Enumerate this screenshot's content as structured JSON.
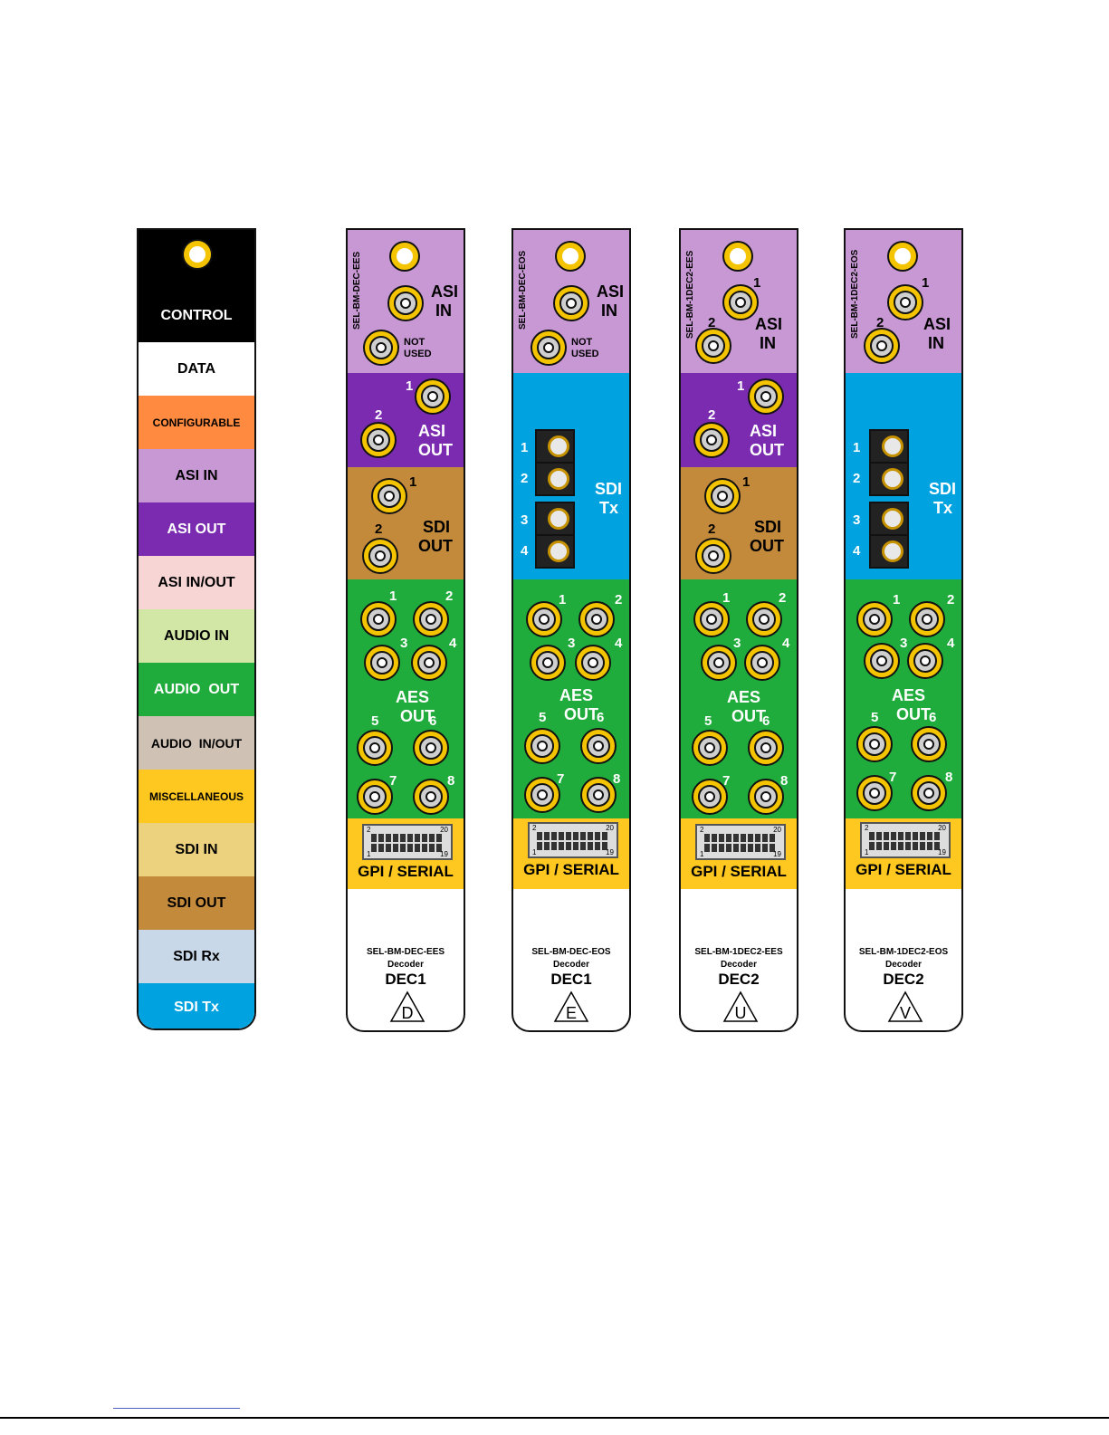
{
  "legend": {
    "items": [
      {
        "label": "CONTROL",
        "color": "#000000"
      },
      {
        "label": "DATA",
        "color": "#ffffff"
      },
      {
        "label": "CONFIGURABLE",
        "color": "#ff8a40"
      },
      {
        "label": "ASI IN",
        "color": "#c898d4"
      },
      {
        "label": "ASI OUT",
        "color": "#7a2bb0"
      },
      {
        "label": "ASI IN/OUT",
        "color": "#f7d5d5"
      },
      {
        "label": "AUDIO IN",
        "color": "#d2e6a6"
      },
      {
        "label": "AUDIO  OUT",
        "color": "#20ac3c"
      },
      {
        "label": "AUDIO  IN/OUT",
        "color": "#cfc2b4"
      },
      {
        "label": "MISCELLANEOUS",
        "color": "#ffc820"
      },
      {
        "label": "SDI IN",
        "color": "#ecd27e"
      },
      {
        "label": "SDI OUT",
        "color": "#c48a3c"
      },
      {
        "label": "SDI Rx",
        "color": "#c8d8e8"
      },
      {
        "label": "SDI Tx",
        "color": "#00a2e0"
      }
    ]
  },
  "common": {
    "asi_in": "ASI",
    "asi_in_2": "IN",
    "asi_out": "ASI",
    "asi_out_2": "OUT",
    "sdi_out": "SDI",
    "sdi_out_2": "OUT",
    "sdi_tx": "SDI",
    "sdi_tx_2": "Tx",
    "not_used": "NOT",
    "not_used_2": "USED",
    "aes": "AES",
    "aes_out": "OUT",
    "gpi": "GPI / SERIAL",
    "decoder": "Decoder",
    "n1": "1",
    "n2": "2",
    "n3": "3",
    "n4": "4",
    "n5": "5",
    "n6": "6",
    "n7": "7",
    "n8": "8",
    "pin2": "2",
    "pin20": "20",
    "pin1": "1",
    "pin19": "19"
  },
  "cards": [
    {
      "side_label": "SEL-BM-DEC-EES",
      "model": "SEL-BM-DEC-EES",
      "name": "DEC1",
      "symbol": "D"
    },
    {
      "side_label": "SEL-BM-DEC-EOS",
      "model": "SEL-BM-DEC-EOS",
      "name": "DEC1",
      "symbol": "E"
    },
    {
      "side_label": "SEL-BM-1DEC2-EES",
      "model": "SEL-BM-1DEC2-EES",
      "name": "DEC2",
      "symbol": "U"
    },
    {
      "side_label": "SEL-BM-1DEC2-EOS",
      "model": "SEL-BM-1DEC2-EOS",
      "name": "DEC2",
      "symbol": "V"
    }
  ]
}
